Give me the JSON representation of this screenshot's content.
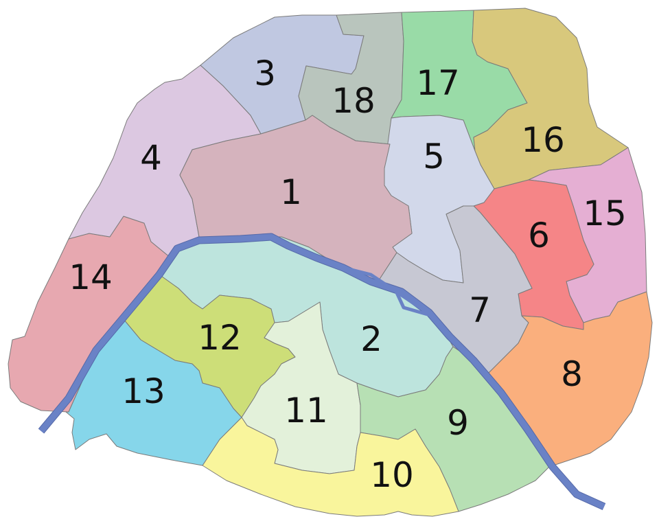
{
  "districts": [
    {
      "id": "1",
      "label": "1",
      "color": "#d5b3bd"
    },
    {
      "id": "2",
      "label": "2",
      "color": "#bde4dd"
    },
    {
      "id": "3",
      "label": "3",
      "color": "#c0c8e1"
    },
    {
      "id": "4",
      "label": "4",
      "color": "#dcc8e1"
    },
    {
      "id": "5",
      "label": "5",
      "color": "#d2d8ea"
    },
    {
      "id": "6",
      "label": "6",
      "color": "#f58587"
    },
    {
      "id": "7",
      "label": "7",
      "color": "#c7c8d3"
    },
    {
      "id": "8",
      "label": "8",
      "color": "#faaf7d"
    },
    {
      "id": "9",
      "label": "9",
      "color": "#b7e0b4"
    },
    {
      "id": "10",
      "label": "10",
      "color": "#f9f59c"
    },
    {
      "id": "11",
      "label": "11",
      "color": "#e3f1da"
    },
    {
      "id": "12",
      "label": "12",
      "color": "#cdde78"
    },
    {
      "id": "13",
      "label": "13",
      "color": "#86d6ea"
    },
    {
      "id": "14",
      "label": "14",
      "color": "#e7a8b0"
    },
    {
      "id": "15",
      "label": "15",
      "color": "#e5afd3"
    },
    {
      "id": "16",
      "label": "16",
      "color": "#d8c87c"
    },
    {
      "id": "17",
      "label": "17",
      "color": "#99dba7"
    },
    {
      "id": "18",
      "label": "18",
      "color": "#b9c5bd"
    }
  ],
  "river": {
    "color": "#6a82c6"
  }
}
